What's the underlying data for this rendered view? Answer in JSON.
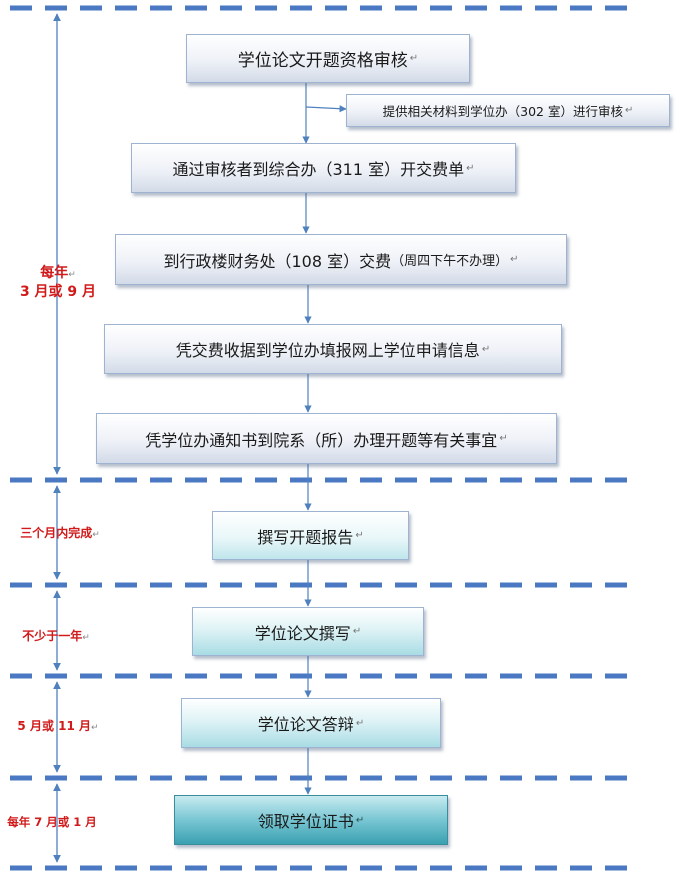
{
  "return_mark": "↵",
  "steps": [
    {
      "id": "s1",
      "text": "学位论文开题资格审核"
    },
    {
      "id": "s1a",
      "text": "提供相关材料到学位办（302 室）进行审核"
    },
    {
      "id": "s2",
      "text": "通过审核者到综合办（311 室）开交费单"
    },
    {
      "id": "s3",
      "text": "到行政楼财务处（108 室）交费",
      "note": "（周四下午不办理）"
    },
    {
      "id": "s4",
      "text": "凭交费收据到学位办填报网上学位申请信息"
    },
    {
      "id": "s5",
      "text": "凭学位办通知书到院系（所）办理开题等有关事宜"
    },
    {
      "id": "s6",
      "text": "撰写开题报告"
    },
    {
      "id": "s7",
      "text": "学位论文撰写"
    },
    {
      "id": "s8",
      "text": "学位论文答辩"
    },
    {
      "id": "s9",
      "text": "领取学位证书"
    }
  ],
  "phases": [
    {
      "line1": "每年",
      "line2": "3 月或 9 月"
    },
    {
      "line1": "三个月内完成"
    },
    {
      "line1": "不少于一年"
    },
    {
      "line1": "5 月或 11 月"
    },
    {
      "line1": "每年 7 月或 1 月"
    }
  ],
  "colors": {
    "accent_line": "#4a78c2",
    "label_red": "#d11a1a"
  }
}
